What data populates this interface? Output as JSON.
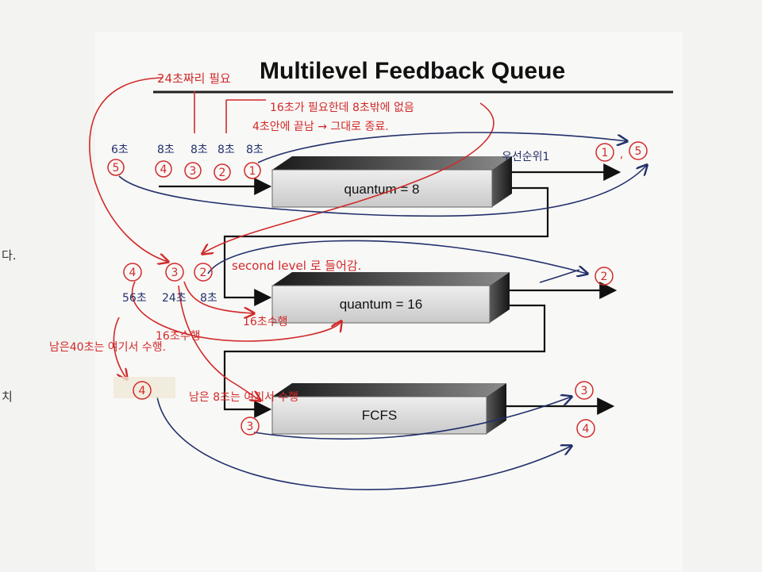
{
  "title": "Multilevel Feedback Queue",
  "queues": [
    {
      "label": "quantum = 8"
    },
    {
      "label": "quantum = 16"
    },
    {
      "label": "FCFS"
    }
  ],
  "annotations": {
    "top_note": "24초짜리 필요",
    "note_16": "16초가 필요한데 8초밖에 없음",
    "note_4": "4초안에 끝남 → 그대로 종료.",
    "priority": "우선순위1",
    "second_level": "second level 로 들어감.",
    "run_16": "16초수행",
    "run_16b": "16초수행",
    "remain_40": "남은40초는 여기서 수행.",
    "remain_8": "남은 8초는 여기서 수행"
  },
  "level1": {
    "times": [
      "6초",
      "8초",
      "8초",
      "8초",
      "8초"
    ],
    "procs": [
      "5",
      "4",
      "3",
      "2",
      "1"
    ]
  },
  "level2": {
    "times": [
      "56초",
      "24초",
      "8초"
    ],
    "procs": [
      "4",
      "3",
      "2"
    ]
  },
  "level3": {
    "procs": [
      "4",
      "3"
    ]
  },
  "outputs": {
    "out1a": "1",
    "out1b": "5",
    "out2": "2",
    "out3a": "3",
    "out3b": "4"
  },
  "margin": {
    "m1": "다.",
    "m2": "치"
  },
  "colors": {
    "red_pen": "#d12a2a",
    "blue_pen": "#23306b"
  }
}
